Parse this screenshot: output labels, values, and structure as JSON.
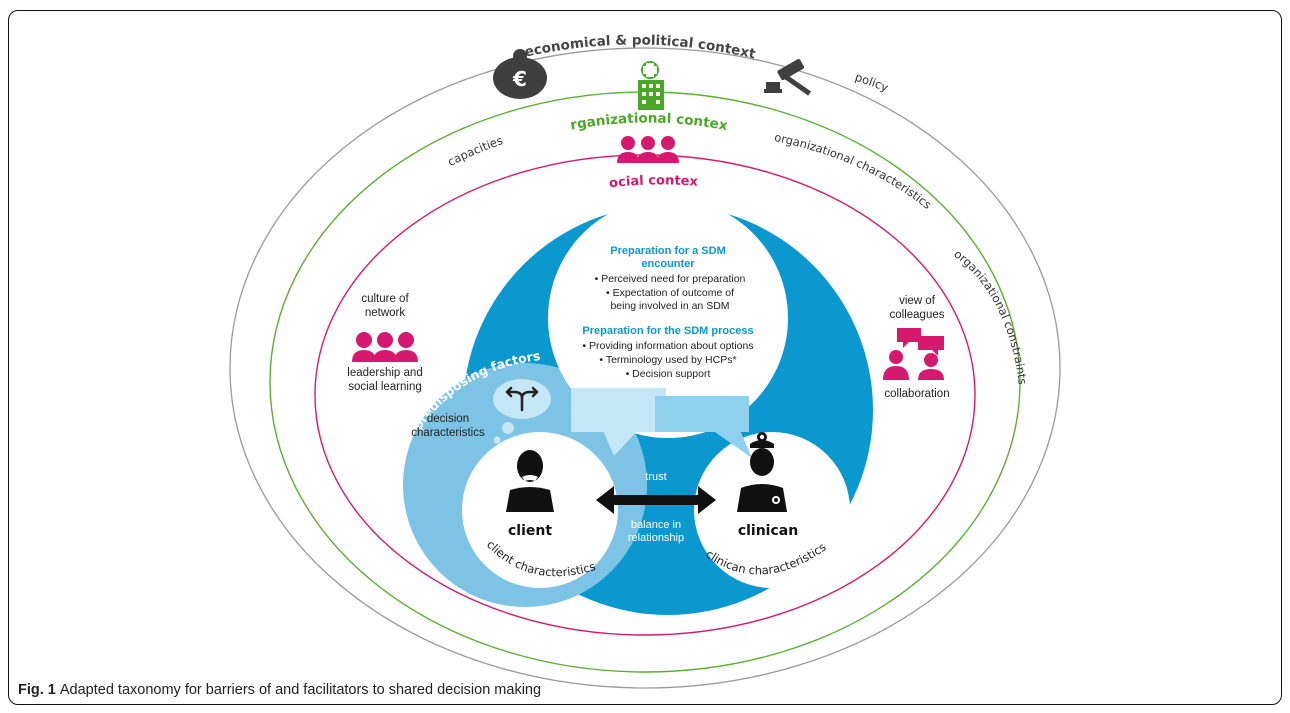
{
  "figure": {
    "caption_label": "Fig. 1",
    "caption_text": "Adapted taxonomy for barriers of and facilitators to shared decision making"
  },
  "colors": {
    "outer_ring": "#9a9a9a",
    "organizational_ring": "#5ab132",
    "social_ring": "#d6186f",
    "interactional_blue": "#0a98cf",
    "predisposing_light_blue": "#7cc3e6",
    "magenta_icon": "#d6186f",
    "green_icon": "#4aa829",
    "dark_icon": "#3f3f3f"
  },
  "economical": {
    "title": "economical & political context",
    "policy": "policy",
    "money_icon": "money-bag-icon",
    "gavel_icon": "gavel-icon"
  },
  "organizational": {
    "title": "organizational context",
    "capacities": "capacities",
    "characteristics": "organizational characteristics",
    "constraints": "organizational constraints",
    "icon": "hospital-icon"
  },
  "social": {
    "title": "social context",
    "culture_line1": "culture of",
    "culture_line2": "network",
    "leadership_line1": "leadership and",
    "leadership_line2": "social learning",
    "view_line1": "view of",
    "view_line2": "colleagues",
    "collaboration": "collaboration",
    "icon": "people-group-icon"
  },
  "interactional": {
    "title": "interactional context factors",
    "prep_encounter_title_line1": "Preparation for a SDM",
    "prep_encounter_title_line2": "encounter",
    "prep_encounter_item1": "• Perceived need for preparation",
    "prep_encounter_item2_line1": "• Expectation of outcome of",
    "prep_encounter_item2_line2": "being involved in an SDM",
    "prep_process_title": "Preparation for the SDM process",
    "prep_process_item1": "• Providing information about options",
    "prep_process_item2": "• Terminology used by HCPs*",
    "prep_process_item3": "• Decision support",
    "trust": "trust",
    "balance_line1": "balance in",
    "balance_line2": "relationship"
  },
  "predisposing": {
    "title": "predisposing factors",
    "decision_line1": "decision",
    "decision_line2": "characteristics",
    "icon": "fork-arrow-icon"
  },
  "client": {
    "label": "client",
    "characteristics": "client characteristics",
    "icon": "client-person-icon"
  },
  "clinician": {
    "label": "clinican",
    "characteristics": "clinican characteristics",
    "icon": "doctor-icon"
  }
}
